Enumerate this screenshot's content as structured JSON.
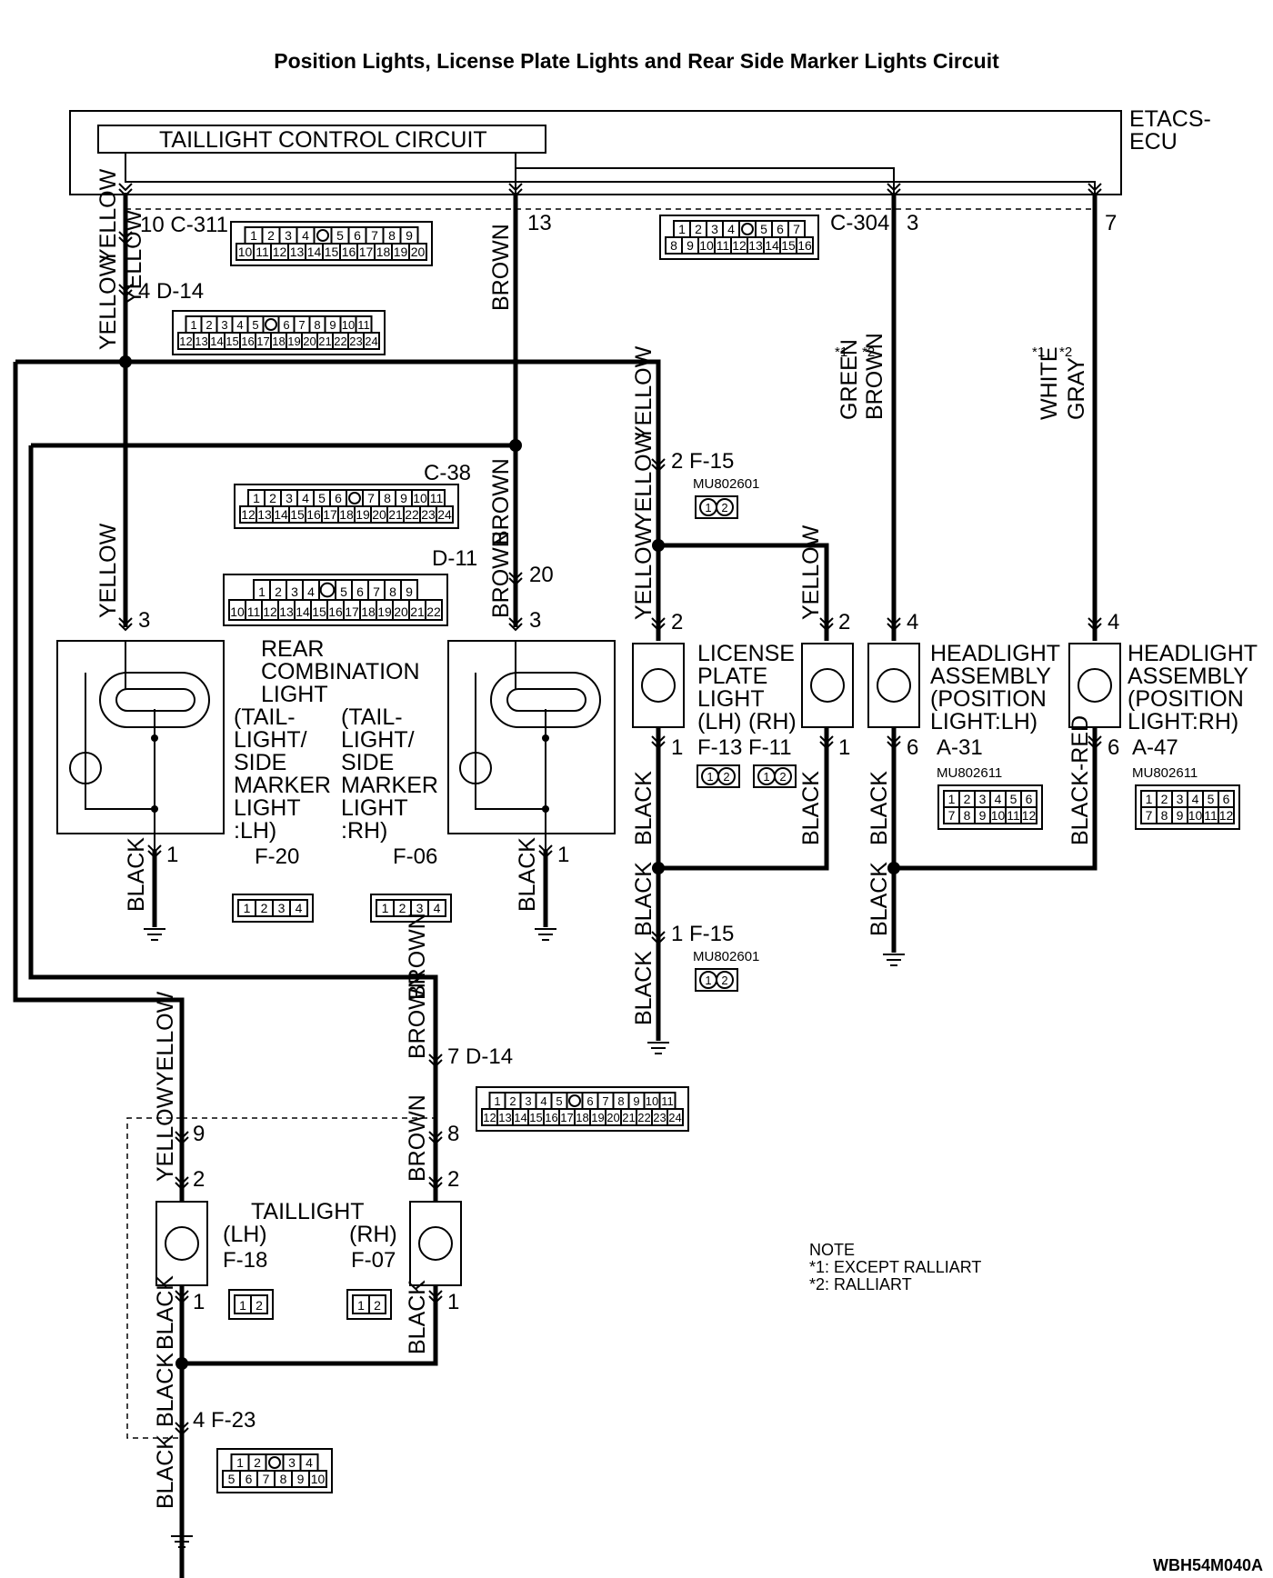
{
  "title": "Position Lights, License Plate Lights and Rear Side Marker Lights Circuit",
  "ecu": {
    "name_line1": "ETACS-",
    "name_line2": "ECU",
    "circuit": "TAILLIGHT CONTROL CIRCUIT"
  },
  "connectors": {
    "c311": {
      "label": "10 C-311",
      "row1": [
        "1",
        "2",
        "3",
        "4",
        "",
        "5",
        "6",
        "7",
        "8",
        "9"
      ],
      "row2": [
        "10",
        "11",
        "12",
        "13",
        "14",
        "15",
        "16",
        "17",
        "18",
        "19",
        "20"
      ]
    },
    "c304": {
      "label": "C-304",
      "row1": [
        "1",
        "2",
        "3",
        "4",
        "",
        "5",
        "6",
        "7"
      ],
      "row2": [
        "8",
        "9",
        "10",
        "11",
        "12",
        "13",
        "14",
        "15",
        "16"
      ]
    },
    "d14_top": {
      "label": "4 D-14",
      "row1": [
        "1",
        "2",
        "3",
        "4",
        "5",
        "",
        "6",
        "7",
        "8",
        "9",
        "10",
        "11"
      ],
      "row2": [
        "12",
        "13",
        "14",
        "15",
        "16",
        "17",
        "18",
        "19",
        "20",
        "21",
        "22",
        "23",
        "24"
      ]
    },
    "c38": {
      "label": "C-38",
      "row1": [
        "1",
        "2",
        "3",
        "4",
        "5",
        "6",
        "",
        "7",
        "8",
        "9",
        "10",
        "11"
      ],
      "row2": [
        "12",
        "13",
        "14",
        "15",
        "16",
        "17",
        "18",
        "19",
        "20",
        "21",
        "22",
        "23",
        "24"
      ]
    },
    "d11": {
      "label": "D-11",
      "row1": [
        "1",
        "2",
        "3",
        "4",
        "",
        "5",
        "6",
        "7",
        "8",
        "9"
      ],
      "row2": [
        "10",
        "11",
        "12",
        "13",
        "14",
        "15",
        "16",
        "17",
        "18",
        "19",
        "20",
        "21",
        "22"
      ]
    },
    "f20": {
      "label": "F-20",
      "pins": [
        "1",
        "2",
        "3",
        "4"
      ]
    },
    "f06": {
      "label": "F-06",
      "pins": [
        "1",
        "2",
        "3",
        "4"
      ]
    },
    "f15_top": {
      "label": "2 F-15",
      "part": "MU802601",
      "pins": [
        "1",
        "2"
      ]
    },
    "f15_bot": {
      "label": "1 F-15",
      "part": "MU802601",
      "pins": [
        "1",
        "2"
      ]
    },
    "f13": {
      "label": "F-13",
      "pins": [
        "1",
        "2"
      ]
    },
    "f11": {
      "label": "F-11",
      "pins": [
        "1",
        "2"
      ]
    },
    "a31": {
      "label": "A-31",
      "part": "MU802611",
      "row1": [
        "1",
        "2",
        "3",
        "4",
        "5",
        "6"
      ],
      "row2": [
        "7",
        "8",
        "9",
        "10",
        "11",
        "12"
      ]
    },
    "a47": {
      "label": "A-47",
      "part": "MU802611",
      "row1": [
        "1",
        "2",
        "3",
        "4",
        "5",
        "6"
      ],
      "row2": [
        "7",
        "8",
        "9",
        "10",
        "11",
        "12"
      ]
    },
    "d14_bot": {
      "label": "7 D-14",
      "row1": [
        "1",
        "2",
        "3",
        "4",
        "5",
        "",
        "6",
        "7",
        "8",
        "9",
        "10",
        "11"
      ],
      "row2": [
        "12",
        "13",
        "14",
        "15",
        "16",
        "17",
        "18",
        "19",
        "20",
        "21",
        "22",
        "23",
        "24"
      ]
    },
    "f18": {
      "label": "F-18",
      "pins": [
        "1",
        "2"
      ]
    },
    "f07": {
      "label": "F-07",
      "pins": [
        "1",
        "2"
      ]
    },
    "f23": {
      "label": "4 F-23",
      "row1": [
        "1",
        "2",
        "",
        "3",
        "4"
      ],
      "row2": [
        "5",
        "6",
        "7",
        "8",
        "9",
        "10"
      ]
    }
  },
  "wires": {
    "yellow": "YELLOW",
    "brown": "BROWN",
    "black": "BLACK",
    "black_red": "BLACK-RED",
    "green": "GREEN",
    "white": "WHITE",
    "gray": "GRAY",
    "star1": "*1",
    "star2": "*2"
  },
  "pins": {
    "p13": "13",
    "p3": "3",
    "p7": "7",
    "p20": "20",
    "p2": "2",
    "p1": "1",
    "p4": "4",
    "p6": "6",
    "p9": "9",
    "p8": "8"
  },
  "components": {
    "rear_combo": [
      "REAR",
      "COMBINATION",
      "LIGHT"
    ],
    "rear_lh": [
      "(TAIL-",
      "LIGHT/",
      "SIDE",
      "MARKER",
      "LIGHT",
      ":LH)"
    ],
    "rear_rh": [
      "(TAIL-",
      "LIGHT/",
      "SIDE",
      "MARKER",
      "LIGHT",
      ":RH)"
    ],
    "license": [
      "LICENSE",
      "PLATE",
      "LIGHT",
      "(LH)",
      "(RH)"
    ],
    "head_lh": [
      "HEADLIGHT",
      "ASSEMBLY",
      "(POSITION",
      "LIGHT:LH)"
    ],
    "head_rh": [
      "HEADLIGHT",
      "ASSEMBLY",
      "(POSITION",
      "LIGHT:RH)"
    ],
    "taillight": [
      "TAILLIGHT",
      "(LH)",
      "(RH)"
    ]
  },
  "note": {
    "title": "NOTE",
    "line1": "*1: EXCEPT RALLIART",
    "line2": "*2: RALLIART"
  },
  "code": "WBH54M040A"
}
